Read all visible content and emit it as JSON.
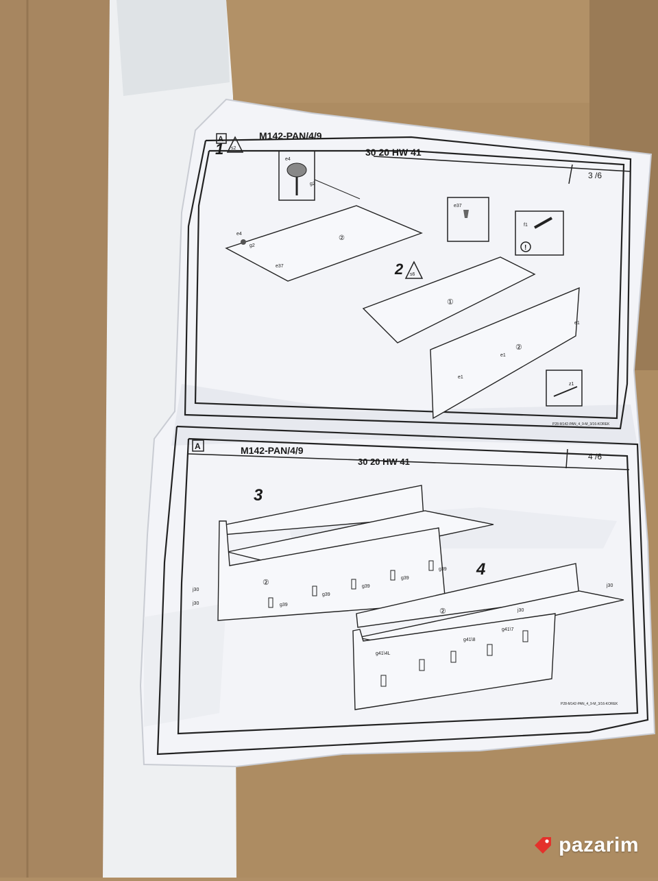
{
  "sheet_top": {
    "corner_letter": "A",
    "model": "M142-PAN/4/9",
    "code": "30 20 HW 41",
    "page": "3 /6",
    "step1_number": "1",
    "step1_hardware": "s2",
    "step2_number": "2",
    "step2_hardware": "s6",
    "part_labels": {
      "e4": "e4",
      "g2": "g2",
      "e37": "e37",
      "f1": "f1",
      "e1": "e1",
      "z1": "z1",
      "circle1": "①",
      "circle2": "②"
    },
    "footer": "P28-M142-PAN_4_9-M_3/16-KOREK"
  },
  "sheet_bottom": {
    "corner_letter": "A",
    "model": "M142-PAN/4/9",
    "code": "30 20 HW 41",
    "page": "4 /6",
    "step3_number": "3",
    "step4_number": "4",
    "part_labels": {
      "j30": "j30",
      "g39": "g39",
      "g41l4L": "g41\\4L",
      "g41l8": "g41\\8",
      "g41l7": "g41\\7",
      "circle2": "②"
    },
    "footer": "P28-M142-PAN_4_9-M_3/16-KOREK"
  },
  "watermark": {
    "brand": "pazarim",
    "brand_color": "#e4312b"
  }
}
